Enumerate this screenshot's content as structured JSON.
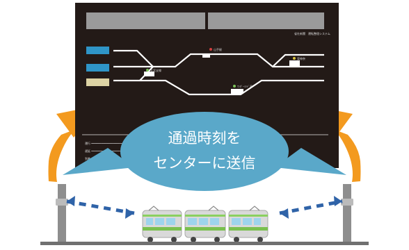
{
  "board": {
    "system_label": "省社新聞　運転整理システム",
    "stations": [
      {
        "label": "山手駅",
        "color": "#d23f3f"
      },
      {
        "label": "大宮支線",
        "color": "#7dc25b"
      },
      {
        "label": "東神奈",
        "color": "#d9c23f"
      },
      {
        "label": "ﾜﾝﾀﾞｰﾗﾝﾄﾞ号",
        "color": "#7dc25b"
      }
    ],
    "status_lines": [
      "運行 ━━━━━━━━━━━━━━━━━━━━━━━━━━━━━━━━",
      "遅延 ━━━━━━━━━━━━━━━━━━━━━━━━━━━━━━━━",
      "到着 ━━━━━━━━━━━━━━━━━━━━━━━━━━━━━━━━"
    ]
  },
  "bubble": {
    "line1": "通過時刻を",
    "line2": "センターに送信"
  },
  "colors": {
    "board_bg": "#231a17",
    "header_gray": "#9a9a9a",
    "track": "#ffffff",
    "lane_blue": "#2f95c7",
    "lane_tan": "#ddd3a4",
    "bubble": "#5aa8c9",
    "arrow_orange": "#f39a1f",
    "dashed_blue": "#2f63a8",
    "train_green": "#7ac04e",
    "ground": "#707070"
  }
}
